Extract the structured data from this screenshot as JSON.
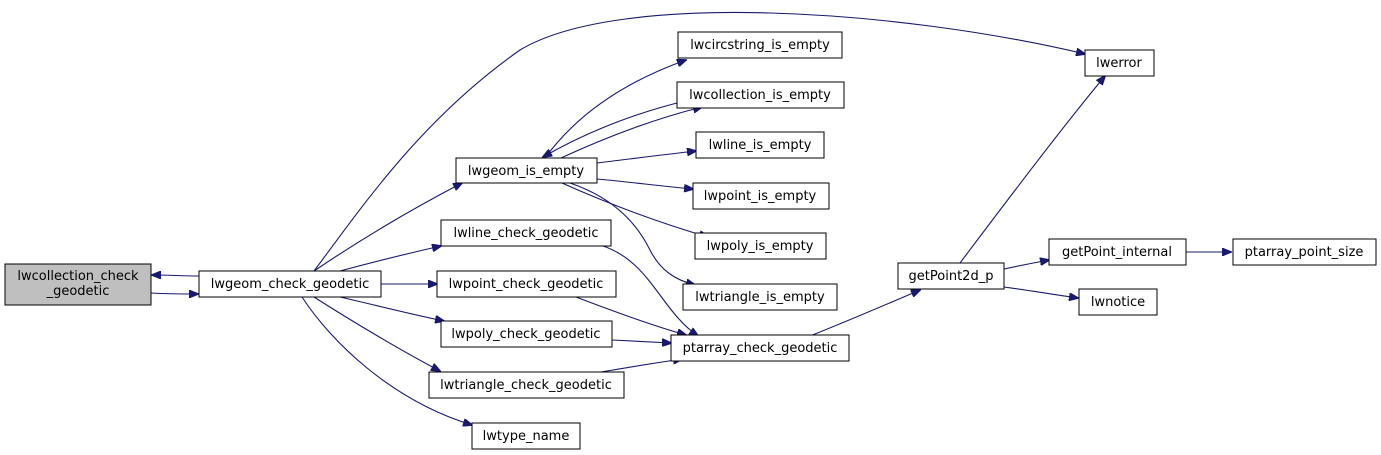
{
  "nodes": {
    "lwcollection_check_geodetic": [
      "lwcollection_check",
      "_geodetic"
    ],
    "lwgeom_check_geodetic": "lwgeom_check_geodetic",
    "lwgeom_is_empty": "lwgeom_is_empty",
    "lwline_check_geodetic": "lwline_check_geodetic",
    "lwpoint_check_geodetic": "lwpoint_check_geodetic",
    "lwpoly_check_geodetic": "lwpoly_check_geodetic",
    "lwtriangle_check_geodetic": "lwtriangle_check_geodetic",
    "lwtype_name": "lwtype_name",
    "lwcircstring_is_empty": "lwcircstring_is_empty",
    "lwcollection_is_empty": "lwcollection_is_empty",
    "lwline_is_empty": "lwline_is_empty",
    "lwpoint_is_empty": "lwpoint_is_empty",
    "lwpoly_is_empty": "lwpoly_is_empty",
    "lwtriangle_is_empty": "lwtriangle_is_empty",
    "ptarray_check_geodetic": "ptarray_check_geodetic",
    "getPoint2d_p": "getPoint2d_p",
    "lwerror": "lwerror",
    "getPoint_internal": "getPoint_internal",
    "ptarray_point_size": "ptarray_point_size",
    "lwnotice": "lwnotice"
  },
  "colors": {
    "edge": "#191970",
    "root_fill": "#bfbfbf",
    "node_fill": "#ffffff",
    "node_stroke": "#000000"
  }
}
